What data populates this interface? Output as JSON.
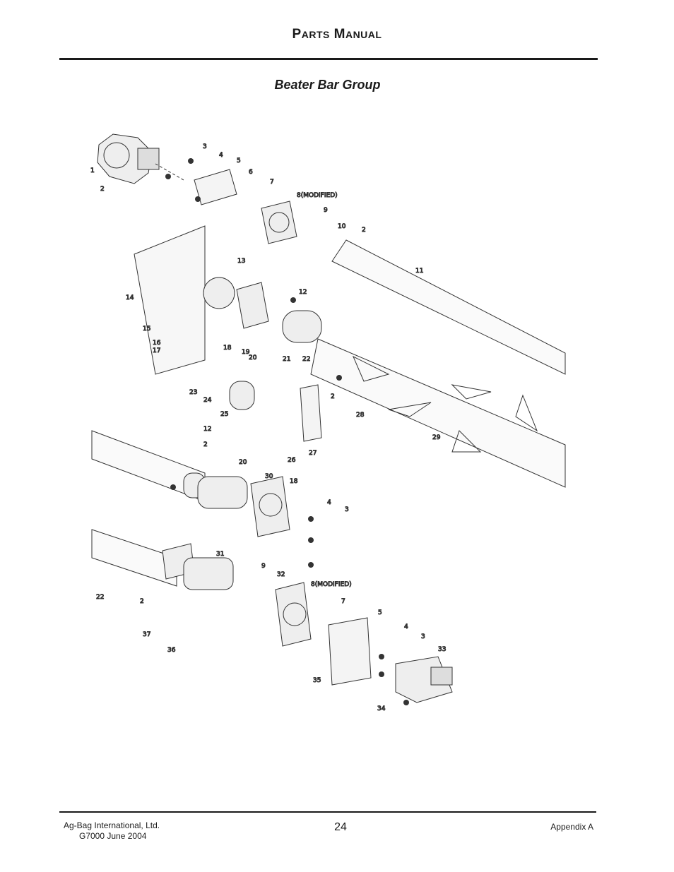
{
  "header": {
    "title_first": "P",
    "title_first_rest": "ARTS",
    "title_second": "M",
    "title_second_rest": "ANUAL"
  },
  "section_title": "Beater Bar Group",
  "callouts": [
    "1",
    "2",
    "3",
    "4",
    "5",
    "6",
    "7",
    "8(MODIFIED)",
    "9",
    "10",
    "2",
    "11",
    "12",
    "13",
    "14",
    "15",
    "16",
    "17",
    "18",
    "19",
    "20",
    "21",
    "22",
    "2",
    "23",
    "24",
    "25",
    "26",
    "27",
    "28",
    "29",
    "12",
    "2",
    "20",
    "30",
    "18",
    "4",
    "3",
    "31",
    "22",
    "2",
    "9",
    "32",
    "8(MODIFIED)",
    "7",
    "5",
    "4",
    "3",
    "33",
    "37",
    "36",
    "35",
    "34"
  ],
  "footer": {
    "company": "Ag-Bag International, Ltd.",
    "model_date": "G7000 June 2004",
    "page_number": "24",
    "appendix": "Appendix A"
  }
}
